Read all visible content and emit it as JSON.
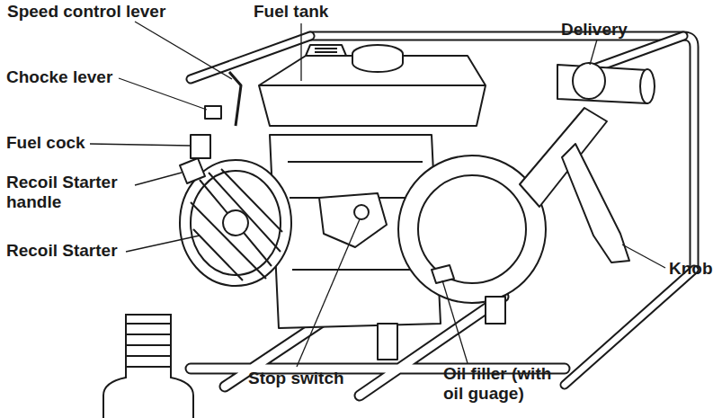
{
  "diagram": {
    "labels": [
      "Speed control lever",
      "Fuel tank",
      "Delivery",
      "Chocke lever",
      "Fuel cock",
      "Recoil Starter handle",
      "Recoil Starter",
      "Knob",
      "Stop switch",
      "Oil filler (with oil guage)"
    ]
  }
}
